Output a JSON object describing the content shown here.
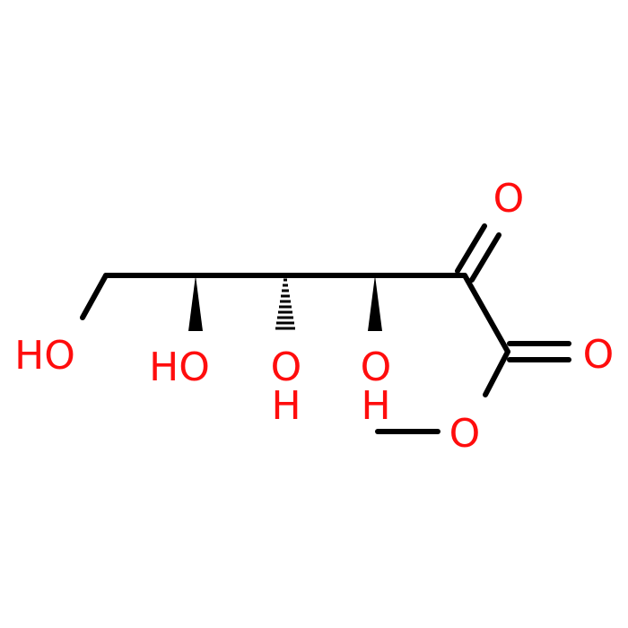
{
  "colors": {
    "bond": "#000000",
    "oxygen": "#ff0d0d",
    "background": "#ffffff"
  },
  "labels": {
    "ho_terminal": "HO",
    "ho_c5": "HO",
    "o_c4": "O",
    "h_c4": "H",
    "o_c3": "O",
    "h_c3": "H",
    "o_carbonyl": "O",
    "o_acid_double": "O",
    "o_acid_single": "O"
  }
}
